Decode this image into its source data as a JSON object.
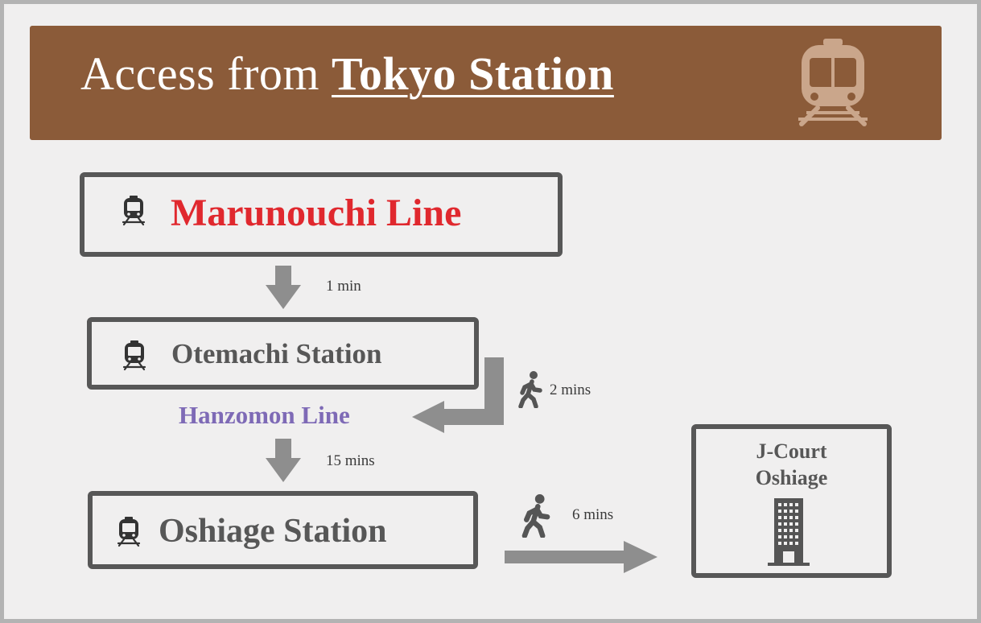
{
  "title": {
    "prefix": "Access from ",
    "emphasis": "Tokyo Station"
  },
  "steps": {
    "line1": "Marunouchi Line",
    "transfer_station": "Otemachi Station",
    "line2": "Hanzomon Line",
    "destination_station": "Oshiage Station"
  },
  "durations": {
    "ride1": "1 min",
    "walk_transfer": "2 mins",
    "ride2": "15 mins",
    "walk_final": "6 mins"
  },
  "destination": {
    "line1": "J-Court",
    "line2": "Oshiage"
  },
  "colors": {
    "banner": "#8b5b39",
    "marunouchi": "#e0282e",
    "hanzomon": "#7e6ab6",
    "box_border": "#575757",
    "arrow": "#8e8e8e",
    "background": "#f0efef"
  },
  "icons": {
    "banner": "train-icon",
    "station": "train-icon",
    "walk": "walking-person-icon",
    "building": "building-icon"
  }
}
